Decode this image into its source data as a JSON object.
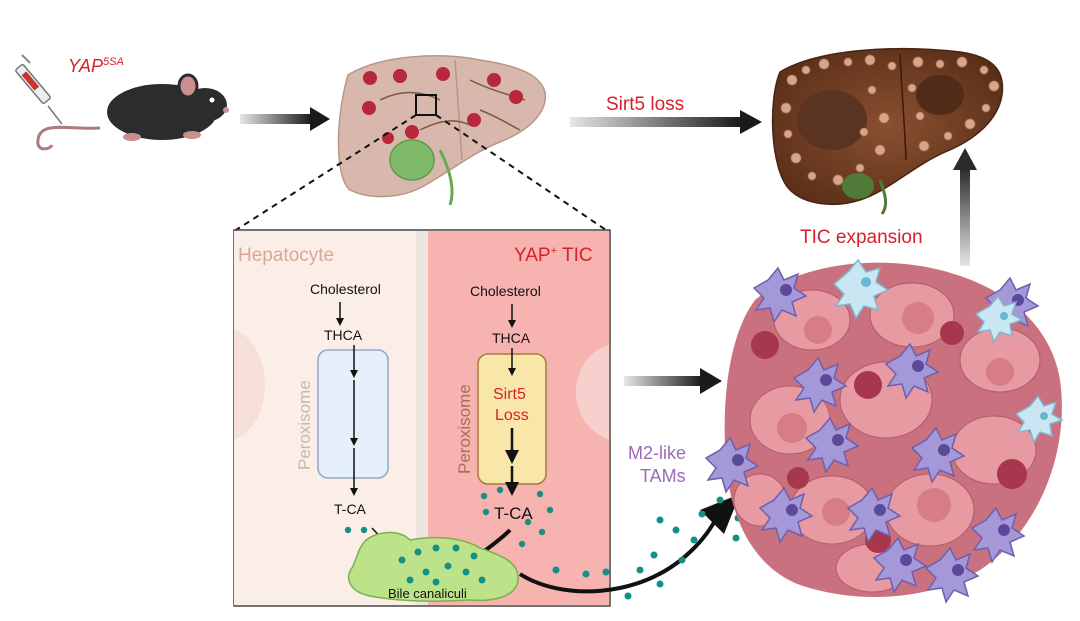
{
  "labels": {
    "yap_main": "YAP",
    "yap_sup": "5SA",
    "sirt5_loss": "Sirt5 loss",
    "tic_expansion": "TIC expansion",
    "hepatocyte": "Hepatocyte",
    "yap_tic_main": "YAP",
    "yap_tic_sup": "+",
    "yap_tic_rest": " TIC",
    "cholesterol_left": "Cholesterol",
    "cholesterol_right": "Cholesterol",
    "thca_left": "THCA",
    "thca_right": "THCA",
    "peroxisome_left": "Peroxisome",
    "peroxisome_right": "Peroxisome",
    "sirt5_box_line1": "Sirt5",
    "sirt5_box_line2": "Loss",
    "tca_left": "T-CA",
    "tca_right": "T-CA",
    "bile_canaliculi": "Bile canaliculi",
    "m2_line1": "M2-like",
    "m2_line2": "TAMs"
  },
  "colors": {
    "red_text": "#d6202a",
    "hepatocyte_text": "#d9a898",
    "hepatocyte_bg": "#fbeee7",
    "tic_bg": "#f6b3b0",
    "purple_text": "#9b6ab8",
    "teal_dot": "#168f86",
    "bile_green": "#bde38a",
    "liver_tan": "#d8b8ac",
    "tumor_brown": "#6b3a22"
  },
  "icons": {
    "syringe": "syringe-icon",
    "mouse": "mouse-icon",
    "liver": "liver-icon",
    "tumor_liver": "tumor-liver-icon",
    "tumor_mass": "tumor-mass-icon"
  }
}
